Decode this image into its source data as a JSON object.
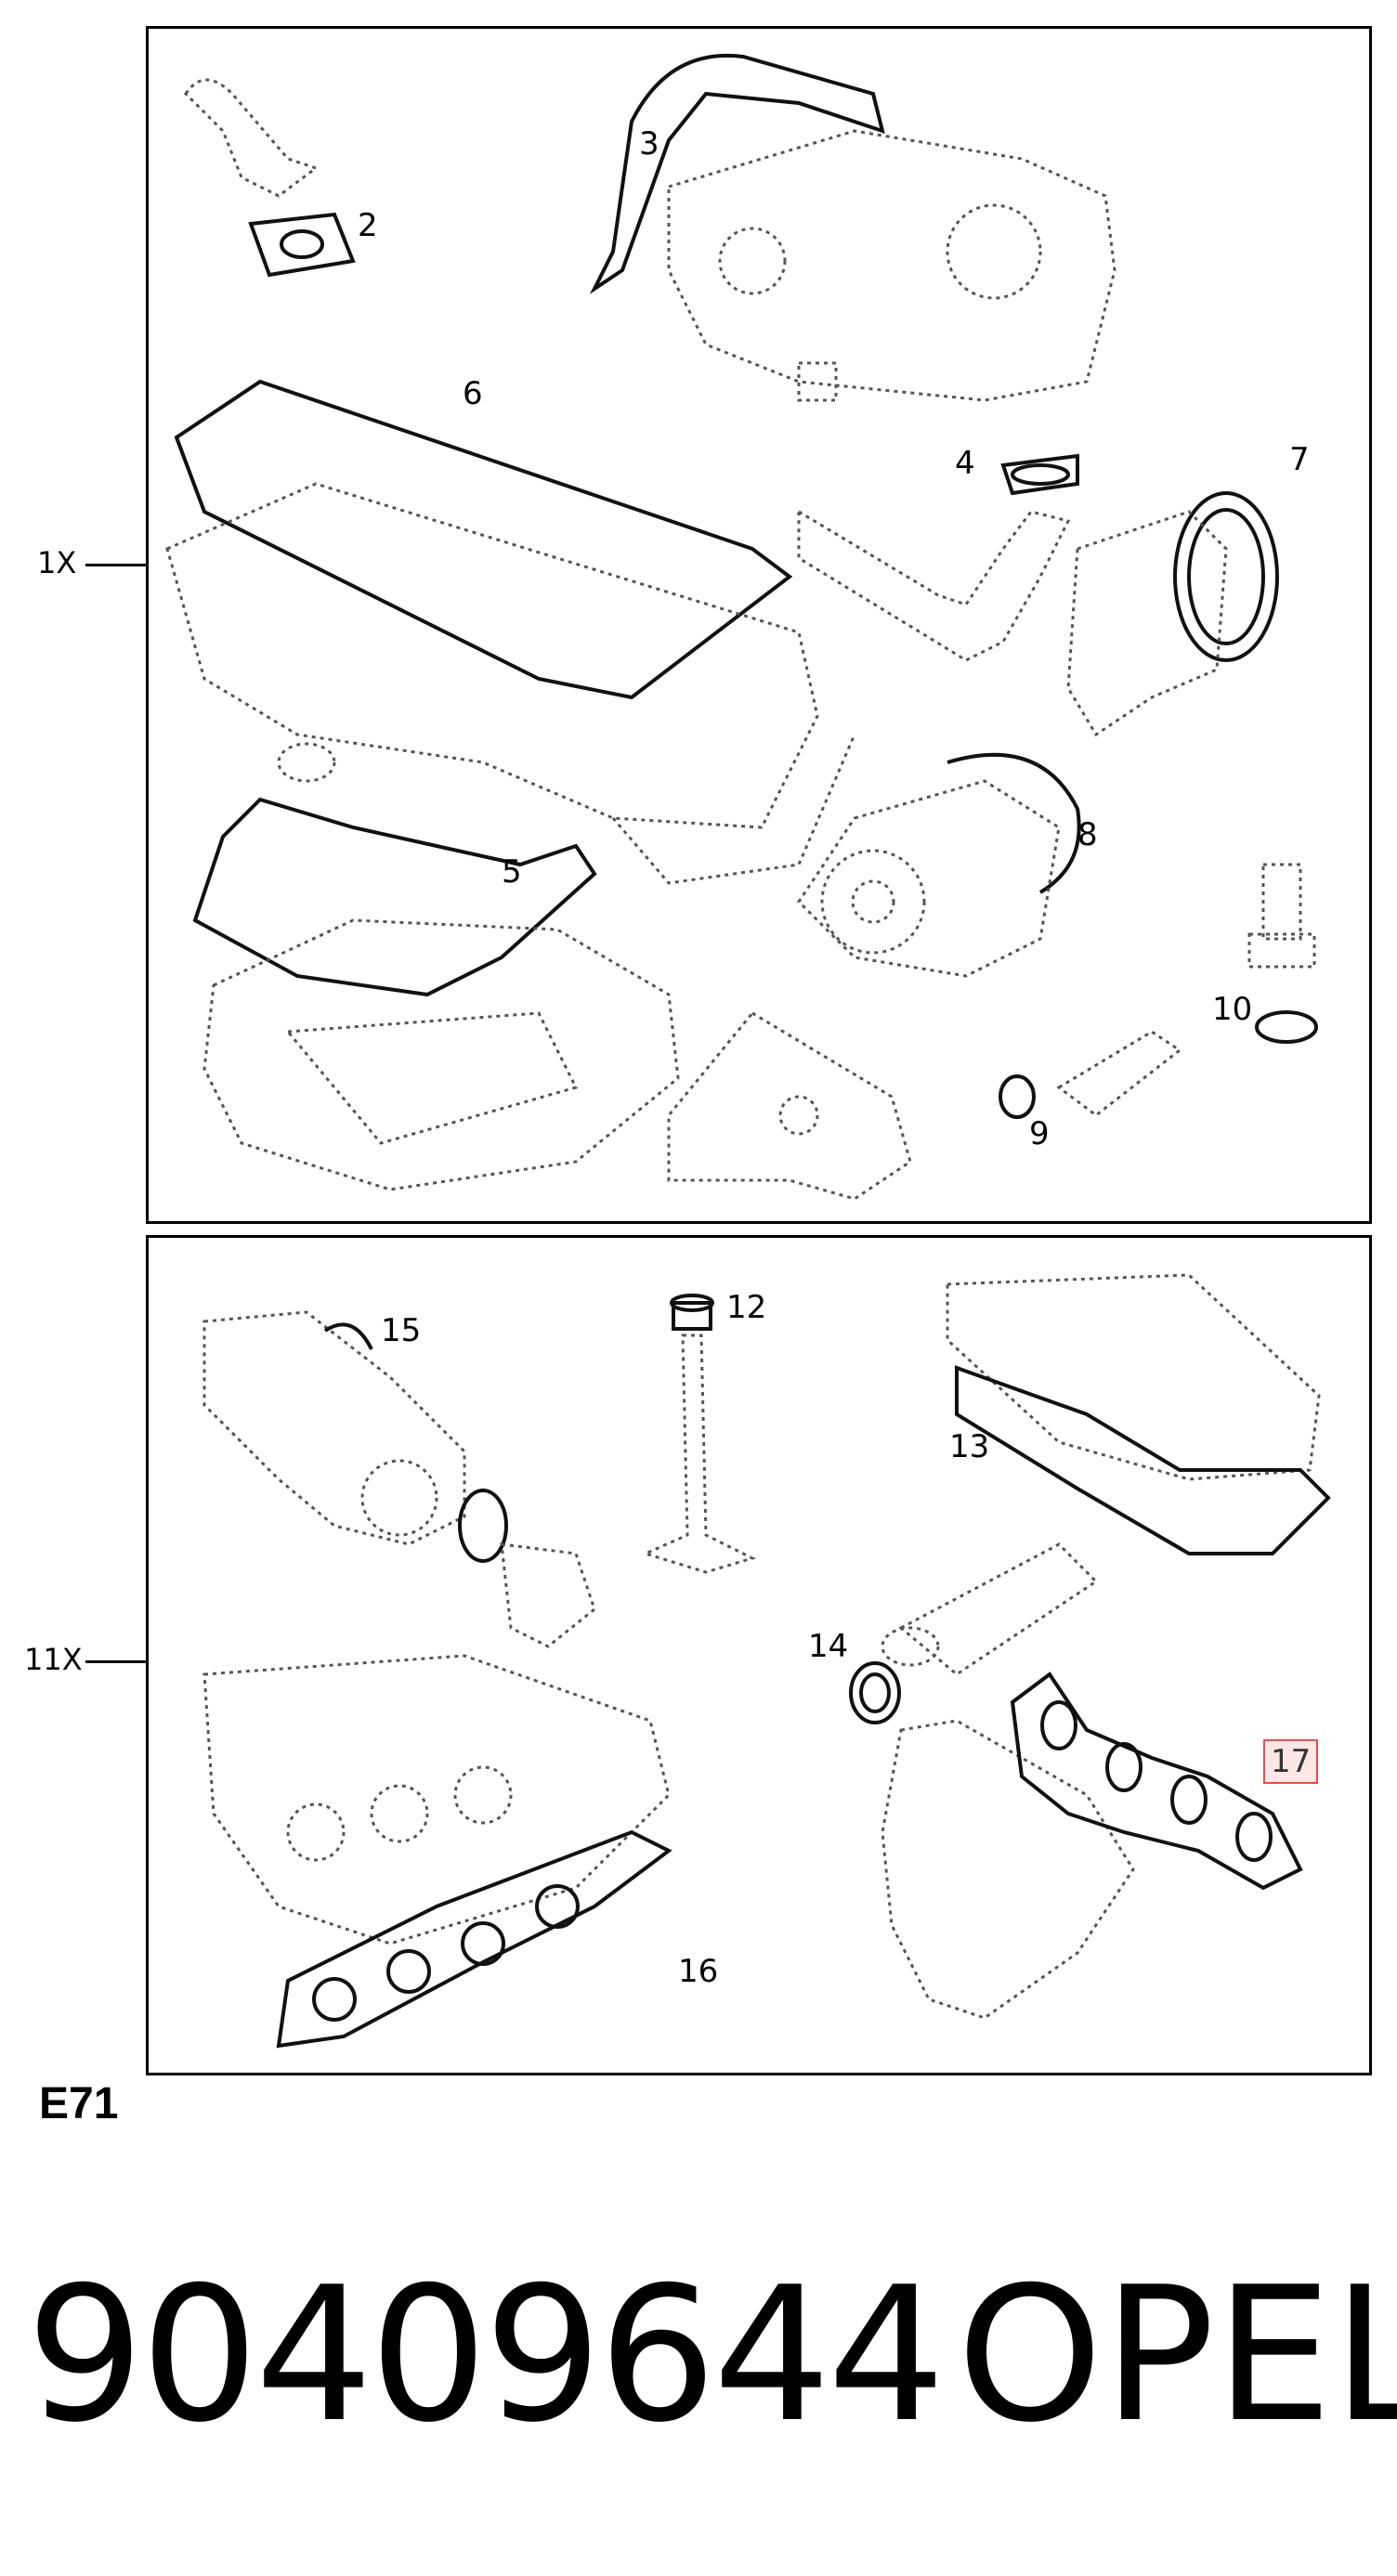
{
  "panels": {
    "top": {
      "quantity": "1X",
      "callouts": [
        "2",
        "3",
        "4",
        "5",
        "6",
        "7",
        "8",
        "9",
        "10"
      ]
    },
    "bottom": {
      "quantity": "11X",
      "callouts": [
        "12",
        "13",
        "14",
        "15",
        "16",
        "17"
      ],
      "highlighted": "17"
    }
  },
  "section_code": "E71",
  "footer": {
    "part_number": "90409644",
    "brand": "OPEL"
  },
  "colors": {
    "highlight_border": "#e05050",
    "highlight_fill": "#fde6e6",
    "line": "#000000"
  }
}
